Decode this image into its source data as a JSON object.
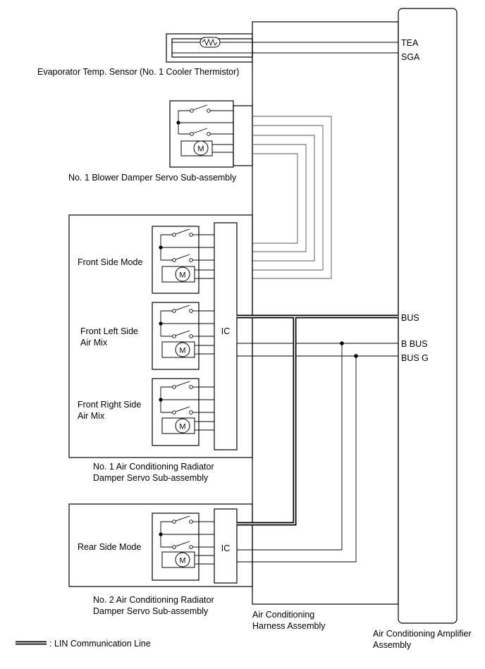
{
  "labels": {
    "sensor": "Evaporator Temp. Sensor (No. 1 Cooler Thermistor)",
    "blower_servo": "No. 1 Blower Damper Servo Sub-assembly",
    "front_side_mode": "Front Side Mode",
    "front_left_1": "Front Left Side",
    "front_left_2": "Air Mix",
    "front_right_1": "Front Right Side",
    "front_right_2": "Air Mix",
    "no1_servo_1": "No. 1 Air Conditioning Radiator",
    "no1_servo_2": "Damper Servo Sub-assembly",
    "rear_side_mode": "Rear Side Mode",
    "no2_servo_1": "No. 2 Air Conditioning Radiator",
    "no2_servo_2": "Damper Servo Sub-assembly",
    "harness_1": "Air Conditioning",
    "harness_2": "Harness Assembly",
    "amplifier_1": "Air Conditioning Amplifier",
    "amplifier_2": "Assembly",
    "ic_upper": "IC",
    "ic_lower": "IC",
    "motor": "M",
    "legend": ": LIN Communication Line"
  },
  "terminals": {
    "tea": "TEA",
    "sga": "SGA",
    "bus": "BUS",
    "b_bus": "B BUS",
    "bus_g": "BUS G"
  }
}
